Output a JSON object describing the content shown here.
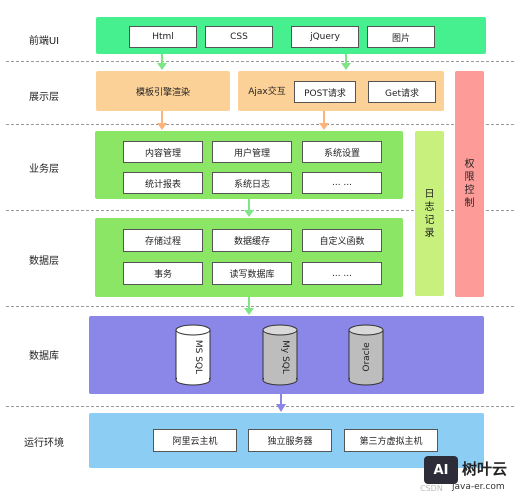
{
  "layers": {
    "frontend": {
      "label": "前端UI",
      "items": [
        "Html",
        "CSS",
        "jQuery",
        "图片"
      ]
    },
    "presentation": {
      "label": "展示层",
      "template": "模板引擎渲染",
      "ajax_label": "Ajax交互",
      "items": [
        "POST请求",
        "Get请求"
      ]
    },
    "business": {
      "label": "业务层",
      "items": [
        "内容管理",
        "用户管理",
        "系统设置",
        "统计报表",
        "系统日志",
        "... ..."
      ]
    },
    "data": {
      "label": "数据层",
      "items": [
        "存储过程",
        "数据缓存",
        "自定义函数",
        "事务",
        "读写数据库",
        "... ..."
      ]
    },
    "database": {
      "label": "数据库",
      "items": [
        "MS SQL",
        "My SQL",
        "Oracle"
      ]
    },
    "runtime": {
      "label": "运行环境",
      "items": [
        "阿里云主机",
        "独立服务器",
        "第三方虚拟主机"
      ]
    }
  },
  "side": {
    "log": [
      "日",
      "志",
      "记",
      "录"
    ],
    "auth": [
      "权",
      "限",
      "控",
      "制"
    ]
  },
  "colors": {
    "frontend": "#46f08e",
    "presentation": "#fcd197",
    "business": "#8ae664",
    "data": "#8ae664",
    "log": "#c7f17c",
    "auth": "#fc9b98",
    "database": "#8a87e9",
    "runtime": "#8ccdf4",
    "arrow_green": "#7ee587",
    "arrow_orange": "#fcb47a",
    "arrow_purple": "#8a87e9"
  },
  "logo": {
    "badge": "AI",
    "name": "树叶云",
    "url": "java-er.com",
    "watermark": "CSDN"
  }
}
